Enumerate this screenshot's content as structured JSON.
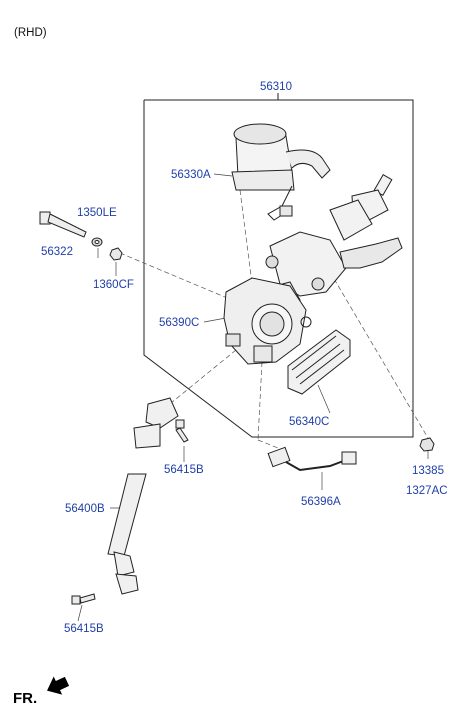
{
  "header": {
    "variant": "(RHD)"
  },
  "footer": {
    "direction": "FR."
  },
  "labels": {
    "assembly": "56310",
    "motor": "56330A",
    "bolt_a": "56322",
    "washer": "1350LE",
    "nut_a": "1360CF",
    "housing": "56390C",
    "ecu": "56340C",
    "bolt_b": "56415B",
    "shaft": "56400B",
    "bolt_c": "56415B",
    "harness": "56396A",
    "nut_b_line1": "13385",
    "nut_b_line2": "1327AC"
  },
  "colors": {
    "label_blue": "#1f3fa8",
    "line": "#222222",
    "text": "#111111"
  },
  "icons": {
    "direction": "arrow-icon"
  }
}
